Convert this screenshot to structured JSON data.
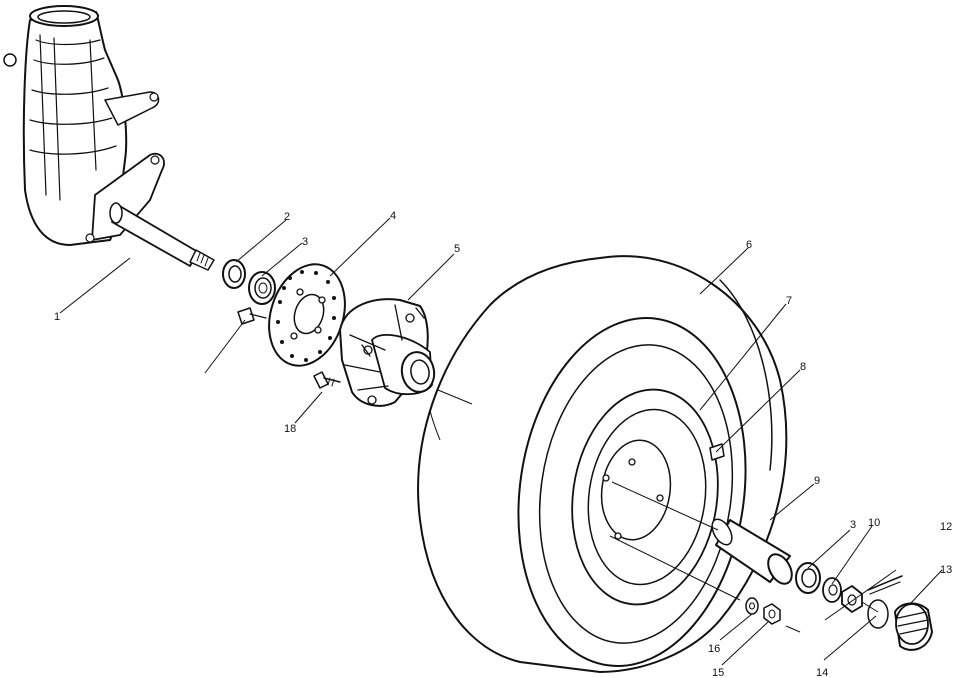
{
  "diagram": {
    "callouts": [
      {
        "id": "1",
        "text": "1"
      },
      {
        "id": "2",
        "text": "2"
      },
      {
        "id": "3a",
        "text": "3"
      },
      {
        "id": "4",
        "text": "4"
      },
      {
        "id": "5",
        "text": "5"
      },
      {
        "id": "6",
        "text": "6"
      },
      {
        "id": "7",
        "text": "7"
      },
      {
        "id": "8",
        "text": "8"
      },
      {
        "id": "9",
        "text": "9"
      },
      {
        "id": "3b",
        "text": "3"
      },
      {
        "id": "10",
        "text": "10"
      },
      {
        "id": "12",
        "text": "12"
      },
      {
        "id": "13",
        "text": "13"
      },
      {
        "id": "14",
        "text": "14"
      },
      {
        "id": "15",
        "text": "15"
      },
      {
        "id": "16",
        "text": "16"
      },
      {
        "id": "18",
        "text": "18"
      }
    ]
  }
}
